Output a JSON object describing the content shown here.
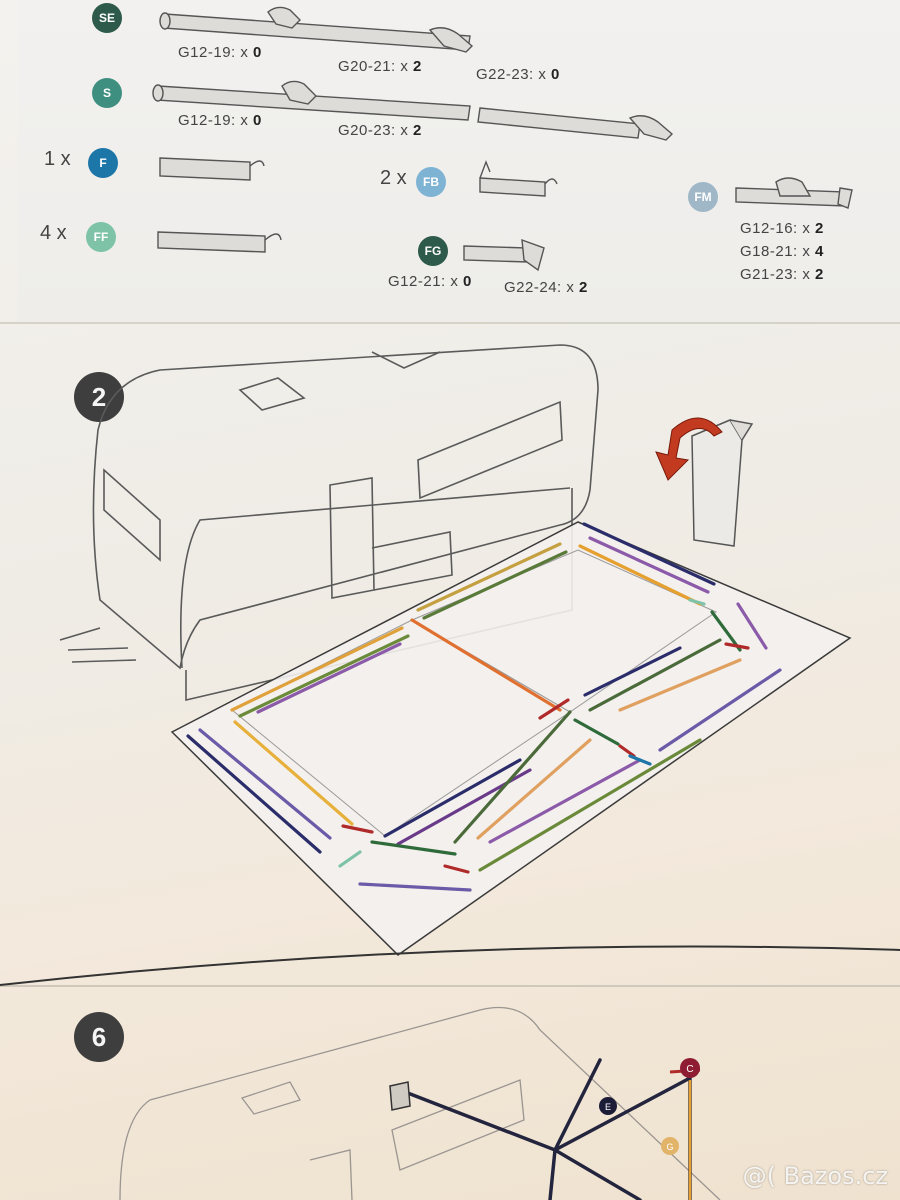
{
  "colors": {
    "SE": "#2e5a4b",
    "S": "#3f8f80",
    "F": "#1d76a8",
    "FB": "#7fb3d3",
    "FF": "#7ec3a8",
    "FG": "#2e5a4b",
    "FM": "#9fb7c6",
    "step": "#3e3e3e"
  },
  "parts": {
    "se": {
      "badge": "SE",
      "q1": {
        "label": "G12-19: x ",
        "num": "0"
      },
      "q2": {
        "label": "G20-21: x ",
        "num": "2"
      },
      "q3": {
        "label": "G22-23: x ",
        "num": "0"
      }
    },
    "s": {
      "badge": "S",
      "q1": {
        "label": "G12-19: x ",
        "num": "0"
      },
      "q2": {
        "label": "G20-23: x ",
        "num": "2"
      }
    },
    "f": {
      "mult": "1 x",
      "badge": "F"
    },
    "fb": {
      "mult": "2 x",
      "badge": "FB"
    },
    "ff": {
      "mult": "4 x",
      "badge": "FF"
    },
    "fg": {
      "badge": "FG",
      "q1": {
        "label": "G12-21: x ",
        "num": "0"
      },
      "q2": {
        "label": "G22-24: x ",
        "num": "2"
      }
    },
    "fm": {
      "badge": "FM",
      "q1": {
        "label": "G12-16: x ",
        "num": "2"
      },
      "q2": {
        "label": "G18-21: x ",
        "num": "4"
      },
      "q3": {
        "label": "G21-23: x ",
        "num": "2"
      }
    }
  },
  "steps": {
    "step2": "2",
    "step6": "6"
  },
  "markers": {
    "c": "C",
    "e": "E",
    "g": "G"
  },
  "watermark": "@( Bazos.cz"
}
